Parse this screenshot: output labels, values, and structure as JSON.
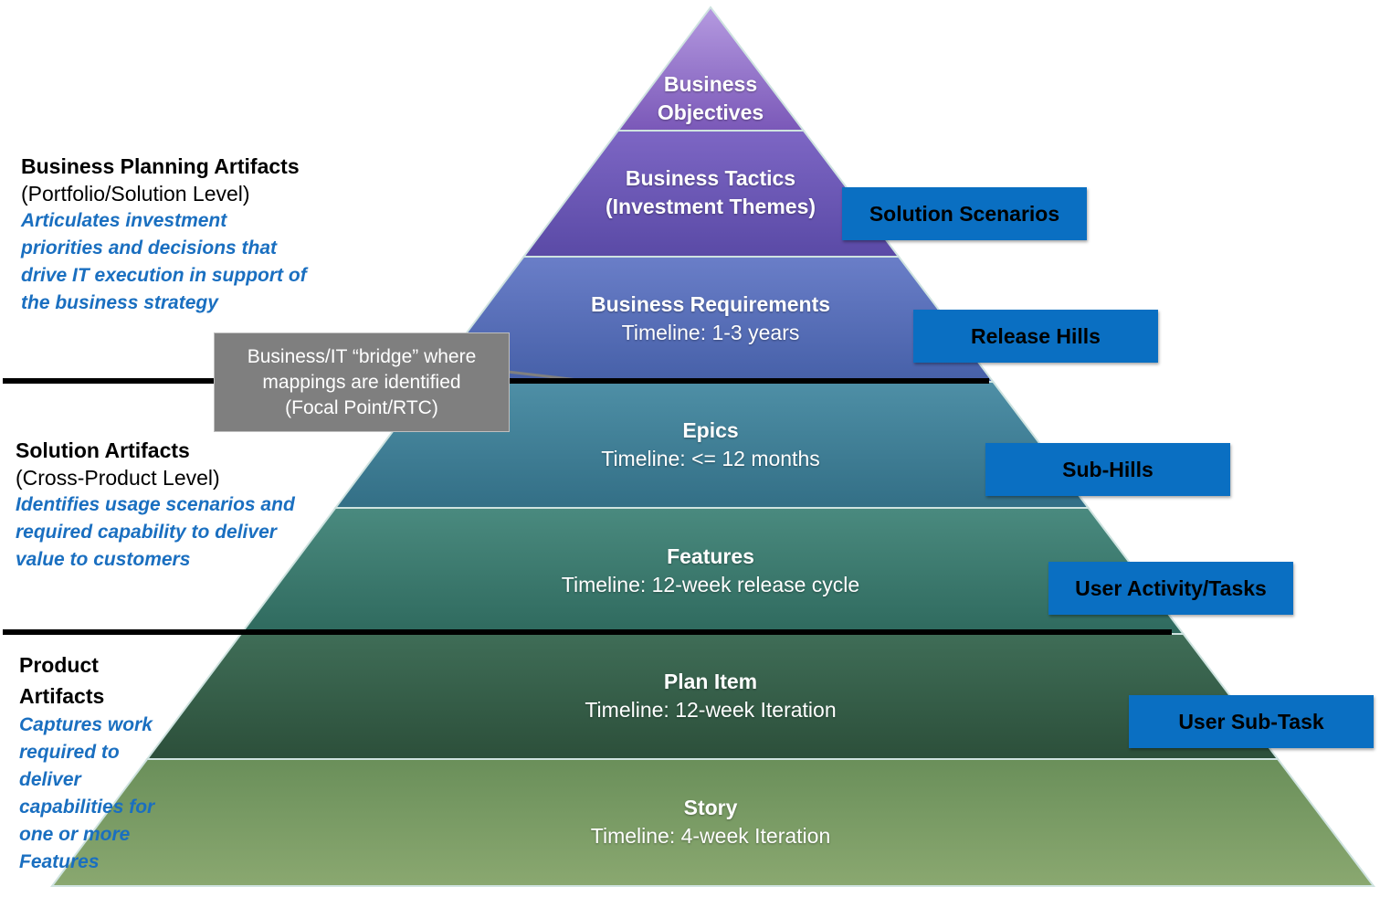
{
  "tiers": [
    {
      "title": "Business",
      "title2": "Objectives",
      "subtitle": ""
    },
    {
      "title": "Business Tactics",
      "title2": "(Investment Themes)",
      "subtitle": ""
    },
    {
      "title": "Business Requirements",
      "title2": "",
      "subtitle": "Timeline: 1-3 years"
    },
    {
      "title": "Epics",
      "title2": "",
      "subtitle": "Timeline: <= 12 months"
    },
    {
      "title": "Features",
      "title2": "",
      "subtitle": "Timeline: 12-week release cycle"
    },
    {
      "title": "Plan Item",
      "title2": "",
      "subtitle": "Timeline: 12-week Iteration"
    },
    {
      "title": "Story",
      "title2": "",
      "subtitle": "Timeline: 4-week Iteration"
    }
  ],
  "tags": [
    "Solution Scenarios",
    "Release Hills",
    "Sub-Hills",
    "User Activity/Tasks",
    "User Sub-Task"
  ],
  "side_groups": [
    {
      "title": "Business Planning Artifacts",
      "level": "(Portfolio/Solution Level)",
      "desc": [
        "Articulates investment",
        "priorities and decisions that",
        "drive IT execution in support of",
        "the business strategy"
      ]
    },
    {
      "title": "Solution Artifacts",
      "level": "(Cross-Product Level)",
      "desc": [
        "Identifies usage scenarios and",
        "required capability to deliver",
        "value to customers"
      ]
    },
    {
      "title": "Product",
      "title2": "Artifacts",
      "desc": [
        "Captures work",
        "required to",
        "deliver",
        "capabilities for",
        "one or more",
        "Features"
      ]
    }
  ],
  "bridge": {
    "line1": "Business/IT “bridge” where",
    "line2": "mappings are identified",
    "line3": "(Focal Point/RTC)"
  },
  "colors": {
    "tier_top": [
      "#b59ae0",
      "#7d66c4",
      "#6a7ec8",
      "#4e8fa6",
      "#4a8a7f",
      "#3f6d57",
      "#6a8f5a"
    ],
    "tier_bottom": [
      "#7a58b8",
      "#5a4aa6",
      "#4660a8",
      "#336f86",
      "#2f6a5e",
      "#2c4f3a",
      "#8aa870"
    ],
    "tag_bg": "#0a6fc2",
    "description_blue": "#1a6fc0",
    "bridge_bg": "#7f7f7f"
  }
}
